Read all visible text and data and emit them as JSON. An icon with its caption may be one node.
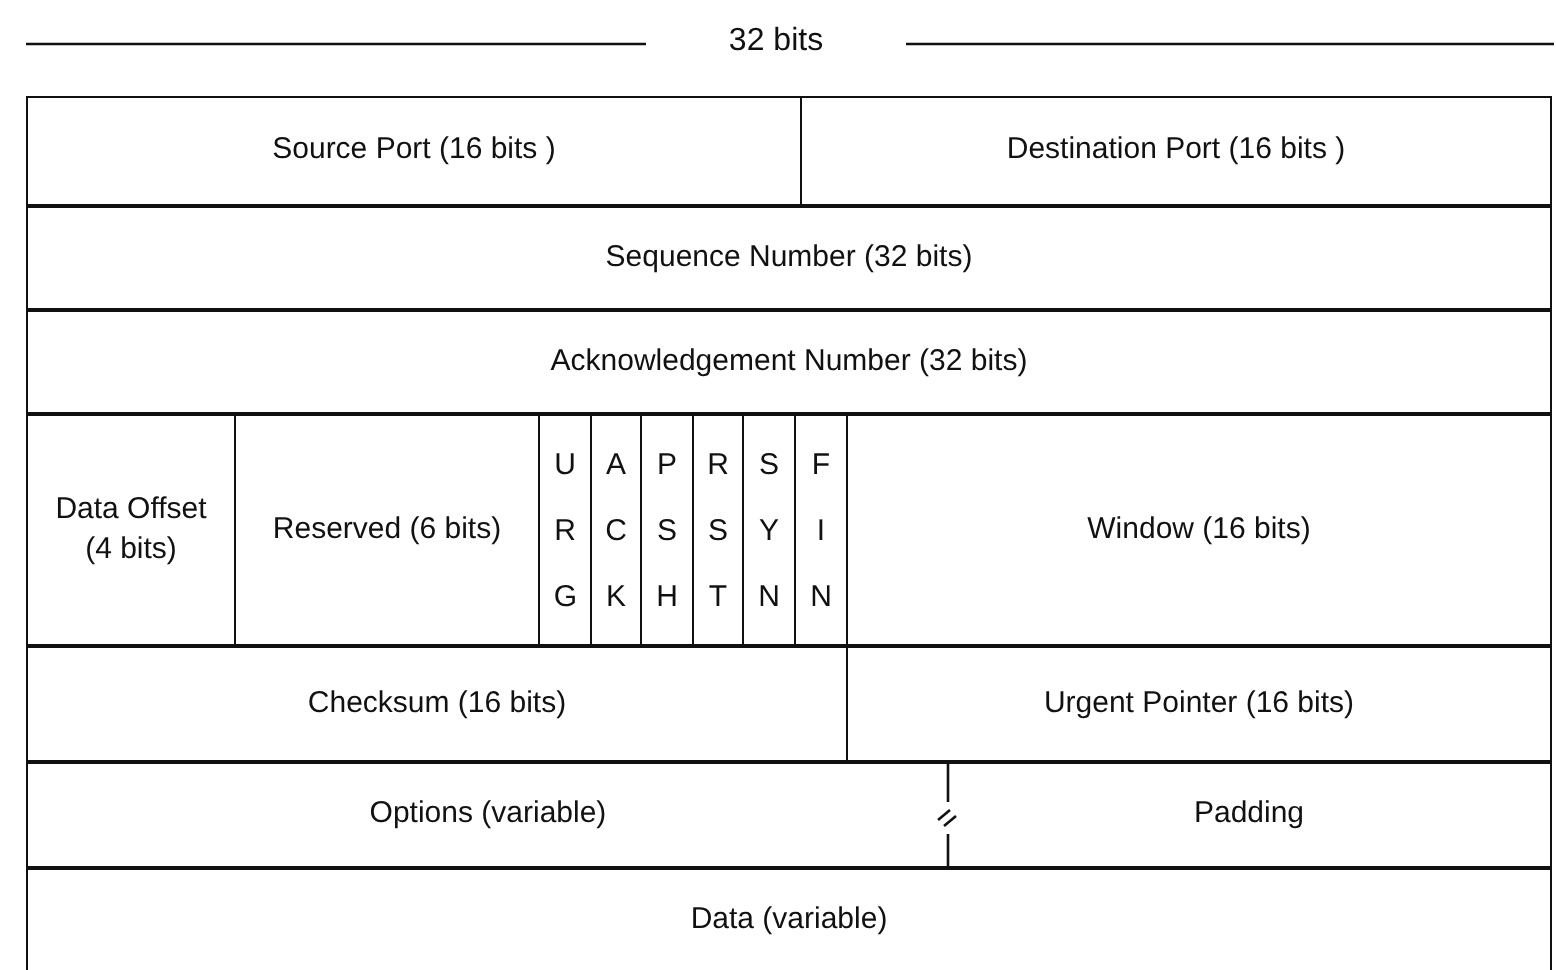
{
  "diagram": {
    "title": "32 bits",
    "nodes": [
      {
        "text": [
          "Source Port (16 bits )"
        ]
      },
      {
        "text": [
          "Destination Port (16 bits )"
        ]
      },
      {
        "text": [
          "Sequence Number (32 bits)"
        ]
      },
      {
        "text": [
          "Acknowledgement Number (32 bits)"
        ]
      },
      {
        "text": [
          "Data Offset (4 bits)"
        ]
      },
      {
        "text": [
          "Reserved (6 bits)"
        ]
      },
      {
        "text": [
          "URG"
        ]
      },
      {
        "text": [
          "ACK"
        ]
      },
      {
        "text": [
          "PSH"
        ]
      },
      {
        "text": [
          "RST"
        ]
      },
      {
        "text": [
          "SYN"
        ]
      },
      {
        "text": [
          "FIN"
        ]
      },
      {
        "text": [
          "Window (16 bits)"
        ]
      },
      {
        "text": [
          "Checksum (16 bits)"
        ]
      },
      {
        "text": [
          "Urgent Pointer (16 bits)"
        ]
      },
      {
        "text": [
          "Options (variable)"
        ]
      },
      {
        "text": [
          "Padding"
        ]
      },
      {
        "text": [
          "Data (variable)"
        ]
      }
    ],
    "edges": []
  }
}
